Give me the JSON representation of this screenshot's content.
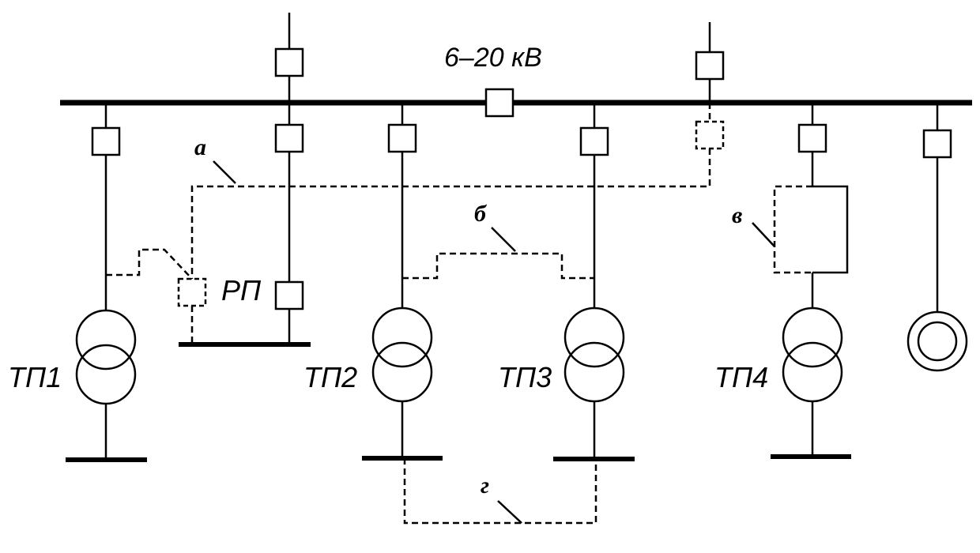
{
  "labels": {
    "bus_voltage": "6–20 кВ",
    "tp1": "ТП1",
    "tp2": "ТП2",
    "tp3": "ТП3",
    "tp4": "ТП4",
    "rp": "РП",
    "a": "а",
    "b": "б",
    "v": "в",
    "g": "г"
  }
}
